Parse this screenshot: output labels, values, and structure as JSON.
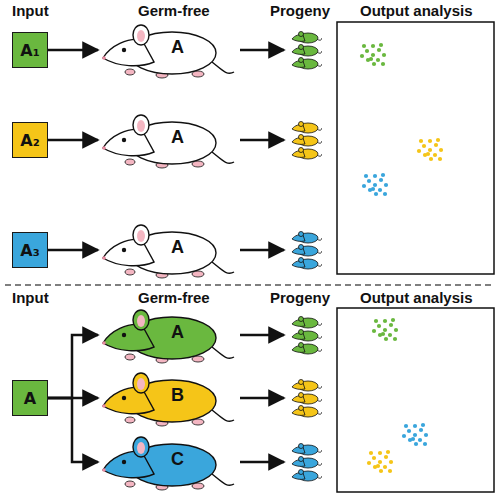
{
  "diagram": {
    "nodes": [
      {
        "text": [
          "A₁"
        ]
      },
      {
        "text": [
          "A"
        ]
      },
      {
        "text": [
          "A₂"
        ]
      },
      {
        "text": [
          "A"
        ]
      },
      {
        "text": [
          "A₃"
        ]
      },
      {
        "text": [
          "A"
        ]
      },
      {
        "text": [
          "A"
        ]
      },
      {
        "text": [
          "A"
        ]
      },
      {
        "text": [
          "B"
        ]
      },
      {
        "text": [
          "C"
        ]
      }
    ],
    "edges": [
      {
        "from": 0,
        "to": 1,
        "arrow": "to"
      },
      {
        "from": 2,
        "to": 3,
        "arrow": "to"
      },
      {
        "from": 4,
        "to": 5,
        "arrow": "to"
      },
      {
        "from": 6,
        "to": 7,
        "arrow": "to"
      },
      {
        "from": 6,
        "to": 8,
        "arrow": "to"
      },
      {
        "from": 6,
        "to": 9,
        "arrow": "to"
      }
    ],
    "labels": [
      "Input",
      "Germ-free",
      "Progeny",
      "Output analysis",
      "Input",
      "Germ-free",
      "Progeny",
      "Output analysis"
    ]
  }
}
